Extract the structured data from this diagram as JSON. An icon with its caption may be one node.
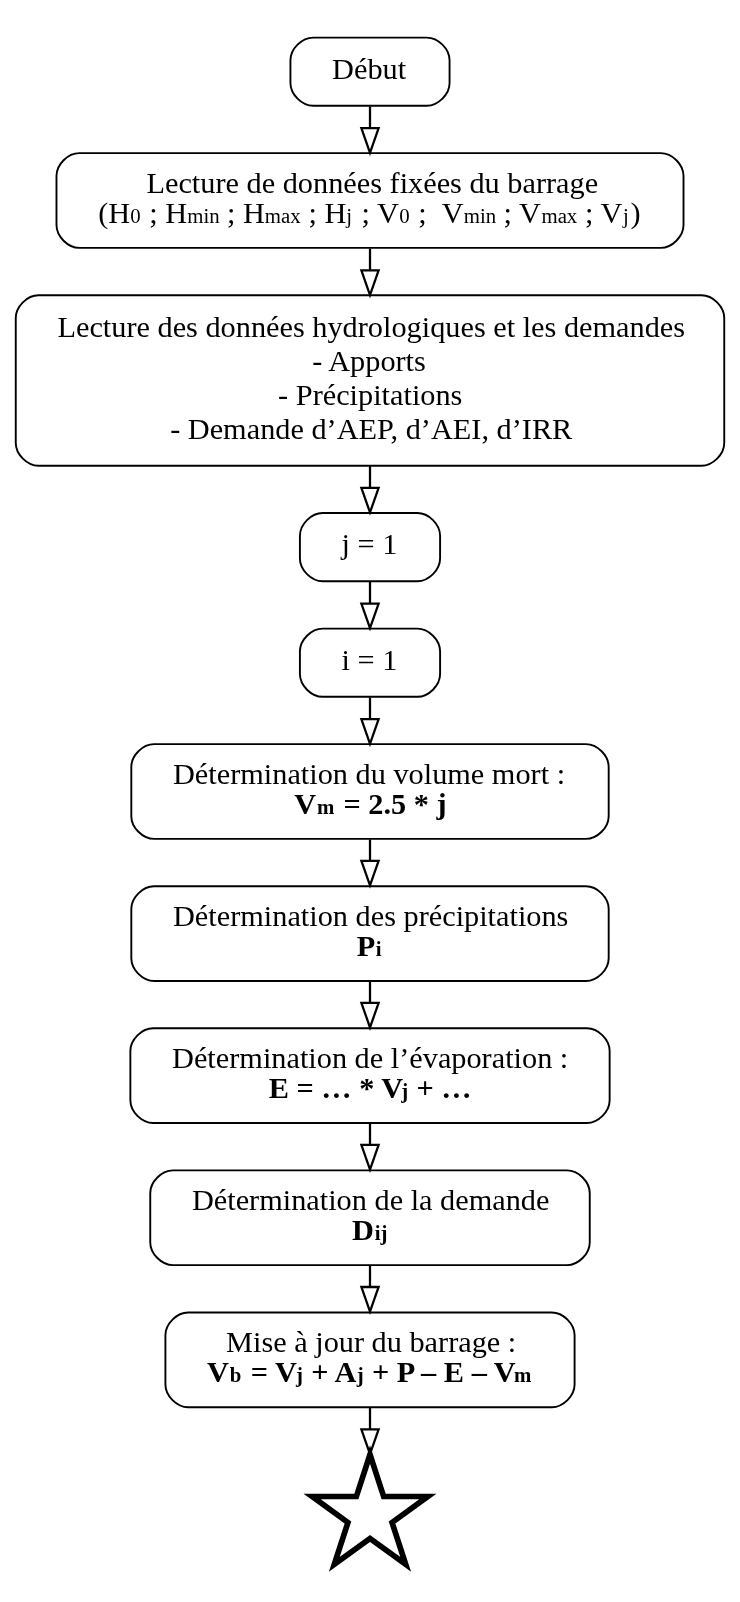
{
  "diagram": {
    "nodes": [
      {
        "text": [
          "Début"
        ]
      },
      {
        "text": [
          "Lecture de données fixées du barrage",
          "(H$_{0}$ ; H$_{min}$ ; H$_{max}$ ; H$_{j}$ ; V$_{0}$ ;  V$_{min}$ ; V$_{max}$ ; V$_{j}$)"
        ]
      },
      {
        "text": [
          "Lecture des données hydrologiques et les demandes",
          "- Apports",
          "- Précipitations",
          "- Demande d’AEP, d’AEI, d’IRR"
        ]
      },
      {
        "text": [
          "j = 1"
        ]
      },
      {
        "text": [
          "i = 1"
        ]
      },
      {
        "text": [
          "Détermination du volume mort :",
          "V$_{m}$ = 2.5 * j"
        ]
      },
      {
        "text": [
          "Détermination des précipitations",
          "P$_{i}$"
        ]
      },
      {
        "text": [
          "Détermination de l’évaporation :",
          "E = … * V$_{j}$ + …"
        ]
      },
      {
        "text": [
          "Détermination de la demande",
          "D$_{ij}$"
        ]
      },
      {
        "text": [
          "Mise à jour du barrage :",
          "V$_{b}$ = V$_{j}$ + A$_{j}$ + P – E – V$_{m}$"
        ]
      },
      {
        "text": [],
        "shape": "star"
      }
    ],
    "edges": [
      {
        "from": 0,
        "to": 1,
        "arrow": "to"
      },
      {
        "from": 1,
        "to": 2,
        "arrow": "to"
      },
      {
        "from": 2,
        "to": 3,
        "arrow": "to"
      },
      {
        "from": 3,
        "to": 4,
        "arrow": "to"
      },
      {
        "from": 4,
        "to": 5,
        "arrow": "to"
      },
      {
        "from": 5,
        "to": 6,
        "arrow": "to"
      },
      {
        "from": 6,
        "to": 7,
        "arrow": "to"
      },
      {
        "from": 7,
        "to": 8,
        "arrow": "to"
      },
      {
        "from": 8,
        "to": 9,
        "arrow": "to"
      },
      {
        "from": 9,
        "to": 10,
        "arrow": "to"
      }
    ]
  }
}
